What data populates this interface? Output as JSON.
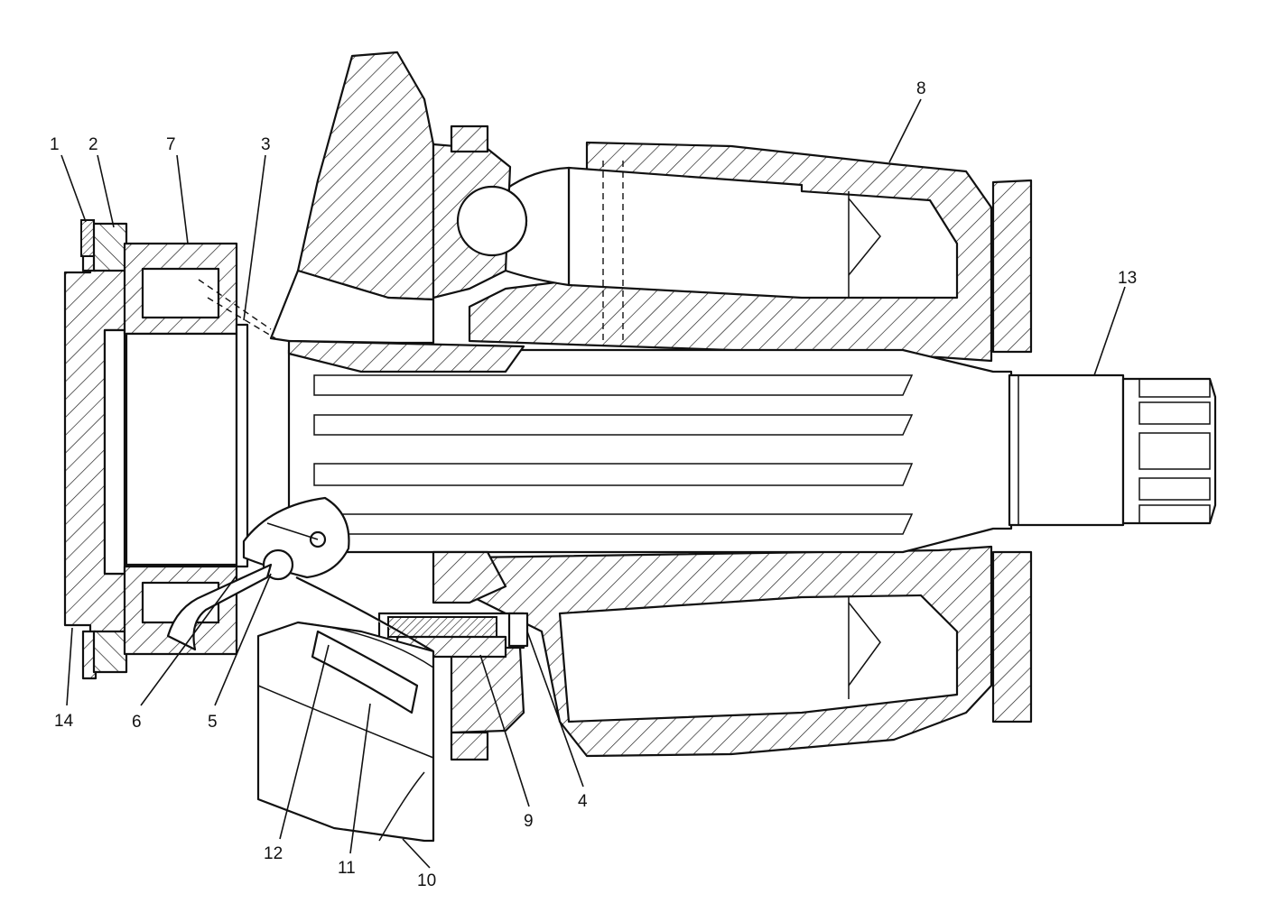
{
  "callouts": [
    {
      "id": "c1",
      "label": "1"
    },
    {
      "id": "c2",
      "label": "2"
    },
    {
      "id": "c7",
      "label": "7"
    },
    {
      "id": "c3",
      "label": "3"
    },
    {
      "id": "c8",
      "label": "8"
    },
    {
      "id": "c13",
      "label": "13"
    },
    {
      "id": "c14",
      "label": "14"
    },
    {
      "id": "c6",
      "label": "6"
    },
    {
      "id": "c5",
      "label": "5"
    },
    {
      "id": "c9",
      "label": "9"
    },
    {
      "id": "c4",
      "label": "4"
    },
    {
      "id": "c12",
      "label": "12"
    },
    {
      "id": "c11",
      "label": "11"
    },
    {
      "id": "c10",
      "label": "10"
    }
  ]
}
